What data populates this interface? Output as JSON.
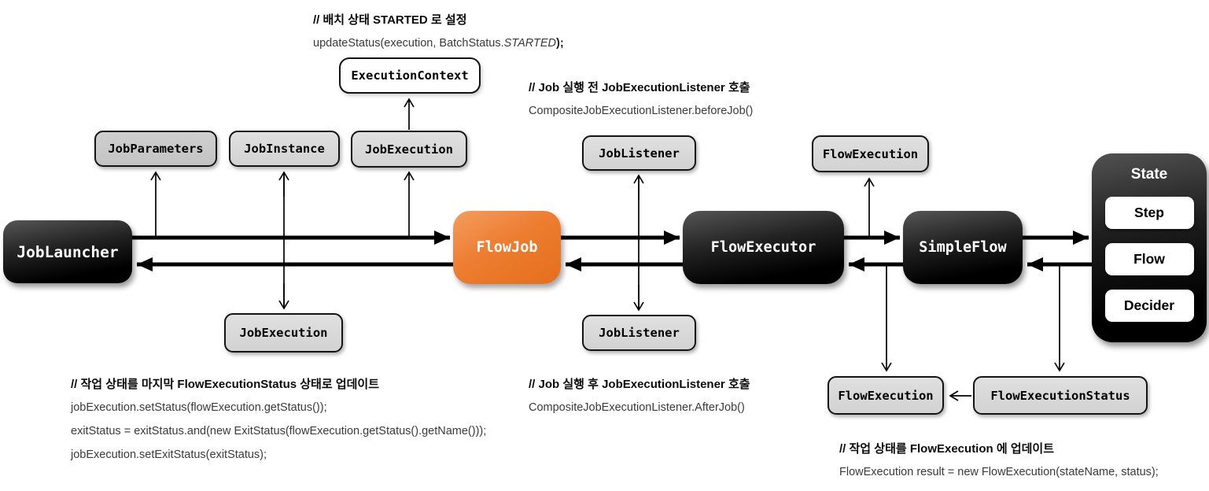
{
  "boxes": {
    "execution_context": "ExecutionContext",
    "job_parameters": "JobParameters",
    "job_instance": "JobInstance",
    "job_execution_top": "JobExecution",
    "job_listener_top": "JobListener",
    "flow_execution_top": "FlowExecution",
    "job_launcher": "JobLauncher",
    "flow_job": "FlowJob",
    "flow_executor": "FlowExecutor",
    "simple_flow": "SimpleFlow",
    "job_execution_bottom": "JobExecution",
    "job_listener_bottom": "JobListener",
    "flow_execution_bottom": "FlowExecution",
    "flow_execution_status": "FlowExecutionStatus",
    "state": {
      "title": "State",
      "items": [
        "Step",
        "Flow",
        "Decider"
      ]
    }
  },
  "annotations": {
    "batch_status": {
      "comment": "// 배치 상태 STARTED 로 설정",
      "code_prefix": "updateStatus(execution, BatchStatus.",
      "code_italic": "STARTED",
      "code_suffix": ");"
    },
    "before_job": {
      "comment": "// Job 실행 전 JobExecutionListener 호출",
      "code": "CompositeJobExecutionListener.beforeJob()"
    },
    "after_job": {
      "comment": "// Job 실행 후 JobExecutionListener 호출",
      "code": "CompositeJobExecutionListener.AfterJob()"
    },
    "update_job_status": {
      "comment": "// 작업 상태를 마지막 FlowExecutionStatus 상태로 업데이트",
      "code_lines": [
        "jobExecution.setStatus(flowExecution.getStatus());",
        "exitStatus = exitStatus.and(new ExitStatus(flowExecution.getStatus().getName()));",
        "jobExecution.setExitStatus(exitStatus);"
      ]
    },
    "update_flow_execution": {
      "comment": "// 작업 상태를 FlowExecution 에 업데이트",
      "code": "FlowExecution result = new FlowExecution(stateName, status);"
    }
  },
  "colors": {
    "accent_orange": "#ED7D31",
    "box_gray": "#D9D9D9",
    "box_black": "#000000",
    "line_black": "#000000"
  }
}
